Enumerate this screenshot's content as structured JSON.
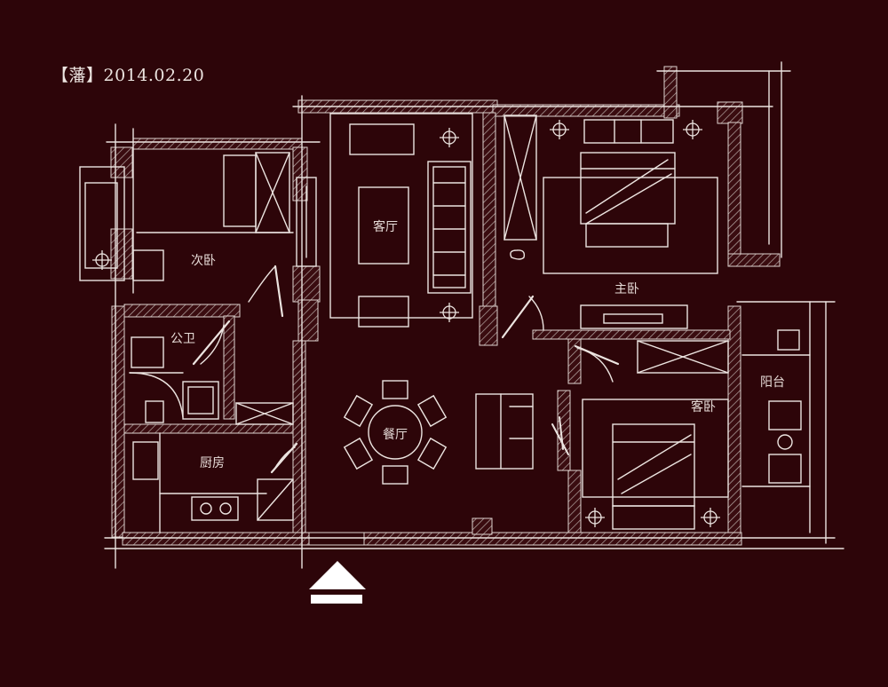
{
  "header": {
    "tag": "【藩】",
    "date": "2014.02.20"
  },
  "rooms": {
    "second_bedroom": "次卧",
    "living_room": "客厅",
    "master_bedroom": "主卧",
    "public_bathroom": "公卫",
    "kitchen": "厨房",
    "dining_room": "餐厅",
    "guest_bedroom": "客卧",
    "balcony": "阳台"
  },
  "colors": {
    "background": "#2d0509",
    "line": "#ece4e0",
    "wall_hatch": "#b7aaa6"
  },
  "entrance_marker": "up-arrow-icon"
}
